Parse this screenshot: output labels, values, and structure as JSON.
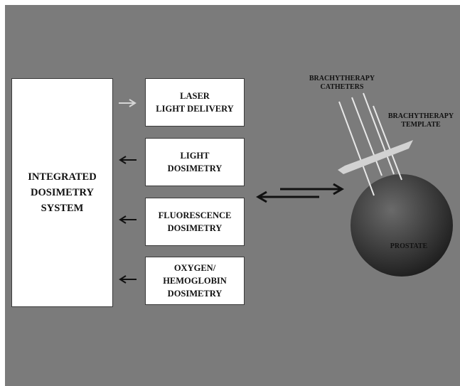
{
  "diagram": {
    "colors": {
      "background": "#7b7b7b",
      "box": "#ffffff",
      "ink": "#111111",
      "catheter": "#e8e8e8",
      "template": "#d2d2d2"
    },
    "system_box": {
      "label": "INTEGRATED\nDOSIMETRY\nSYSTEM"
    },
    "modules": [
      {
        "label": "LASER\nLIGHT DELIVERY",
        "arrow_direction": "out",
        "arrow_color": "#d6d6d6"
      },
      {
        "label": "LIGHT\nDOSIMETRY",
        "arrow_direction": "in",
        "arrow_color": "#111111"
      },
      {
        "label": "FLUORESCENCE\nDOSIMETRY",
        "arrow_direction": "in",
        "arrow_color": "#111111"
      },
      {
        "label": "OXYGEN/\nHEMOGLOBIN\nDOSIMETRY",
        "arrow_direction": "in",
        "arrow_color": "#111111"
      }
    ],
    "link": {
      "type": "bidirectional"
    },
    "anatomy": {
      "catheters_label": "BRACHYTHERAPY\nCATHETERS",
      "template_label": "BRACHYTHERAPY\nTEMPLATE",
      "prostate_label": "PROSTATE",
      "catheter_count": 4
    }
  }
}
